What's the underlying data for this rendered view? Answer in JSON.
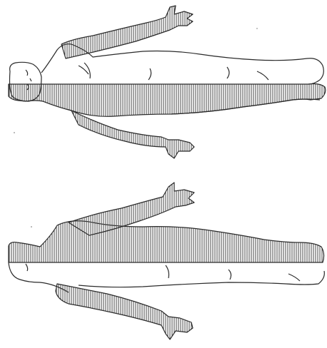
{
  "figure": {
    "description_visible_text": "",
    "colors": {
      "ink": "#2a2a2a",
      "paper": "#ffffff",
      "hatch": "#4a4a4a"
    },
    "figures": [
      {
        "id": "upper",
        "hatched_regions": [
          "right-half-of-body",
          "left-arm-outstretched"
        ]
      },
      {
        "id": "lower",
        "hatched_regions": [
          "left-half-of-body",
          "both-arms"
        ]
      }
    ]
  }
}
